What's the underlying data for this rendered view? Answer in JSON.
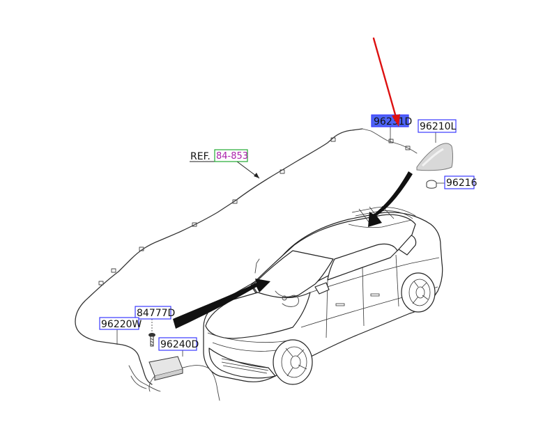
{
  "parts": [
    {
      "id": "p1",
      "number": "96231D",
      "highlight": true
    },
    {
      "id": "p2",
      "number": "96210L",
      "highlight": false
    },
    {
      "id": "p3",
      "number": "96216",
      "highlight": false
    },
    {
      "id": "p4",
      "number": "84777D",
      "highlight": false
    },
    {
      "id": "p5",
      "number": "96220W",
      "highlight": false
    },
    {
      "id": "p6",
      "number": "96240D",
      "highlight": false
    }
  ],
  "reference": {
    "prefix": "REF.",
    "link": "84-853"
  },
  "colors": {
    "box_border": "#3a3aff",
    "highlight_fill": "#4d63f5",
    "ref_link_border": "#22aa33",
    "ref_link_text": "#aa22aa",
    "pointer_arrow": "#dd1111"
  },
  "icons": {
    "pointer": "red-arrow",
    "leader": "black-tapered-arrow"
  }
}
